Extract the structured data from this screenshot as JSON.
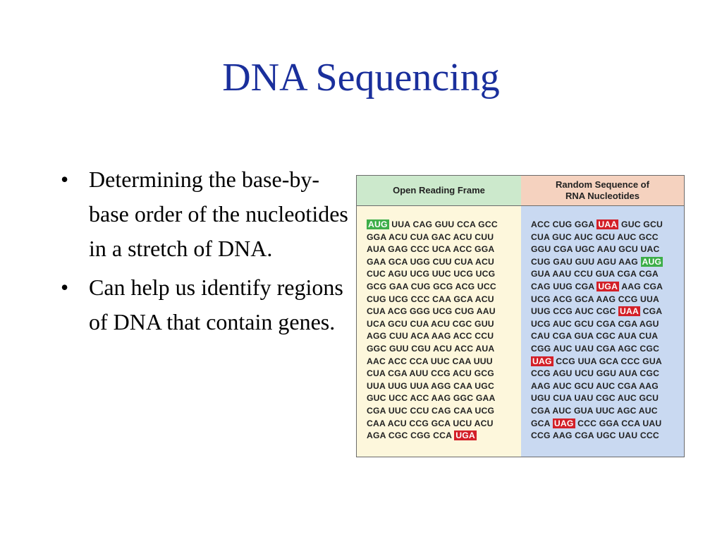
{
  "slide": {
    "title": "DNA Sequencing",
    "bullets": [
      "Determining the base-by-base order of the nucleotides in a stretch of DNA.",
      "Can help us identify regions of DNA that contain genes."
    ]
  },
  "table": {
    "left_header": [
      "Open Reading Frame"
    ],
    "right_header": [
      "Random Sequence of",
      "RNA Nucleotides"
    ],
    "highlight_colors": {
      "start": "#3dae49",
      "stop": "#d32028"
    },
    "left_rows": [
      [
        [
          "AUG",
          "start"
        ],
        [
          "UUA",
          ""
        ],
        [
          "CAG",
          ""
        ],
        [
          "GUU",
          ""
        ],
        [
          "CCA",
          ""
        ],
        [
          "GCC",
          ""
        ]
      ],
      [
        [
          "GGA",
          ""
        ],
        [
          "ACU",
          ""
        ],
        [
          "CUA",
          ""
        ],
        [
          "GAC",
          ""
        ],
        [
          "ACU",
          ""
        ],
        [
          "CUU",
          ""
        ]
      ],
      [
        [
          "AUA",
          ""
        ],
        [
          "GAG",
          ""
        ],
        [
          "CCC",
          ""
        ],
        [
          "UCA",
          ""
        ],
        [
          "ACC",
          ""
        ],
        [
          "GGA",
          ""
        ]
      ],
      [
        [
          "GAA",
          ""
        ],
        [
          "GCA",
          ""
        ],
        [
          "UGG",
          ""
        ],
        [
          "CUU",
          ""
        ],
        [
          "CUA",
          ""
        ],
        [
          "ACU",
          ""
        ]
      ],
      [
        [
          "CUC",
          ""
        ],
        [
          "AGU",
          ""
        ],
        [
          "UCG",
          ""
        ],
        [
          "UUC",
          ""
        ],
        [
          "UCG",
          ""
        ],
        [
          "UCG",
          ""
        ]
      ],
      [
        [
          "GCG",
          ""
        ],
        [
          "GAA",
          ""
        ],
        [
          "CUG",
          ""
        ],
        [
          "GCG",
          ""
        ],
        [
          "ACG",
          ""
        ],
        [
          "UCC",
          ""
        ]
      ],
      [
        [
          "CUG",
          ""
        ],
        [
          "UCG",
          ""
        ],
        [
          "CCC",
          ""
        ],
        [
          "CAA",
          ""
        ],
        [
          "GCA",
          ""
        ],
        [
          "ACU",
          ""
        ]
      ],
      [
        [
          "CUA",
          ""
        ],
        [
          "ACG",
          ""
        ],
        [
          "GGG",
          ""
        ],
        [
          "UCG",
          ""
        ],
        [
          "CUG",
          ""
        ],
        [
          "AAU",
          ""
        ]
      ],
      [
        [
          "UCA",
          ""
        ],
        [
          "GCU",
          ""
        ],
        [
          "CUA",
          ""
        ],
        [
          "ACU",
          ""
        ],
        [
          "CGC",
          ""
        ],
        [
          "GUU",
          ""
        ]
      ],
      [
        [
          "AGG",
          ""
        ],
        [
          "CUU",
          ""
        ],
        [
          "ACA",
          ""
        ],
        [
          "AAG",
          ""
        ],
        [
          "ACC",
          ""
        ],
        [
          "CCU",
          ""
        ]
      ],
      [
        [
          "GGC",
          ""
        ],
        [
          "GUU",
          ""
        ],
        [
          "CGU",
          ""
        ],
        [
          "ACU",
          ""
        ],
        [
          "ACC",
          ""
        ],
        [
          "AUA",
          ""
        ]
      ],
      [
        [
          "AAC",
          ""
        ],
        [
          "ACC",
          ""
        ],
        [
          "CCA",
          ""
        ],
        [
          "UUC",
          ""
        ],
        [
          "CAA",
          ""
        ],
        [
          "UUU",
          ""
        ]
      ],
      [
        [
          "CUA",
          ""
        ],
        [
          "CGA",
          ""
        ],
        [
          "AUU",
          ""
        ],
        [
          "CCG",
          ""
        ],
        [
          "ACU",
          ""
        ],
        [
          "GCG",
          ""
        ]
      ],
      [
        [
          "UUA",
          ""
        ],
        [
          "UUG",
          ""
        ],
        [
          "UUA",
          ""
        ],
        [
          "AGG",
          ""
        ],
        [
          "CAA",
          ""
        ],
        [
          "UGC",
          ""
        ]
      ],
      [
        [
          "GUC",
          ""
        ],
        [
          "UCC",
          ""
        ],
        [
          "ACC",
          ""
        ],
        [
          "AAG",
          ""
        ],
        [
          "GGC",
          ""
        ],
        [
          "GAA",
          ""
        ]
      ],
      [
        [
          "CGA",
          ""
        ],
        [
          "UUC",
          ""
        ],
        [
          "CCU",
          ""
        ],
        [
          "CAG",
          ""
        ],
        [
          "CAA",
          ""
        ],
        [
          "UCG",
          ""
        ]
      ],
      [
        [
          "CAA",
          ""
        ],
        [
          "ACU",
          ""
        ],
        [
          "CCG",
          ""
        ],
        [
          "GCA",
          ""
        ],
        [
          "UCU",
          ""
        ],
        [
          "ACU",
          ""
        ]
      ],
      [
        [
          "AGA",
          ""
        ],
        [
          "CGC",
          ""
        ],
        [
          "CGG",
          ""
        ],
        [
          "CCA",
          ""
        ],
        [
          "UGA",
          "stop"
        ]
      ]
    ],
    "right_rows": [
      [
        [
          "ACC",
          ""
        ],
        [
          "CUG",
          ""
        ],
        [
          "GGA",
          ""
        ],
        [
          "UAA",
          "stop"
        ],
        [
          "GUC",
          ""
        ],
        [
          "GCU",
          ""
        ]
      ],
      [
        [
          "CUA",
          ""
        ],
        [
          "GUC",
          ""
        ],
        [
          "AUC",
          ""
        ],
        [
          "GCU",
          ""
        ],
        [
          "AUC",
          ""
        ],
        [
          "GCC",
          ""
        ]
      ],
      [
        [
          "GGU",
          ""
        ],
        [
          "CGA",
          ""
        ],
        [
          "UGC",
          ""
        ],
        [
          "AAU",
          ""
        ],
        [
          "GCU",
          ""
        ],
        [
          "UAC",
          ""
        ]
      ],
      [
        [
          "CUG",
          ""
        ],
        [
          "GAU",
          ""
        ],
        [
          "GUU",
          ""
        ],
        [
          "AGU",
          ""
        ],
        [
          "AAG",
          ""
        ],
        [
          "AUG",
          "start"
        ]
      ],
      [
        [
          "GUA",
          ""
        ],
        [
          "AAU",
          ""
        ],
        [
          "CCU",
          ""
        ],
        [
          "GUA",
          ""
        ],
        [
          "CGA",
          ""
        ],
        [
          "CGA",
          ""
        ]
      ],
      [
        [
          "CAG",
          ""
        ],
        [
          "UUG",
          ""
        ],
        [
          "CGA",
          ""
        ],
        [
          "UGA",
          "stop"
        ],
        [
          "AAG",
          ""
        ],
        [
          "CGA",
          ""
        ]
      ],
      [
        [
          "UCG",
          ""
        ],
        [
          "ACG",
          ""
        ],
        [
          "GCA",
          ""
        ],
        [
          "AAG",
          ""
        ],
        [
          "CCG",
          ""
        ],
        [
          "UUA",
          ""
        ]
      ],
      [
        [
          "UUG",
          ""
        ],
        [
          "CCG",
          ""
        ],
        [
          "AUC",
          ""
        ],
        [
          "CGC",
          ""
        ],
        [
          "UAA",
          "stop"
        ],
        [
          "CGA",
          ""
        ]
      ],
      [
        [
          "UCG",
          ""
        ],
        [
          "AUC",
          ""
        ],
        [
          "GCU",
          ""
        ],
        [
          "CGA",
          ""
        ],
        [
          "CGA",
          ""
        ],
        [
          "AGU",
          ""
        ]
      ],
      [
        [
          "CAU",
          ""
        ],
        [
          "CGA",
          ""
        ],
        [
          "GUA",
          ""
        ],
        [
          "CGC",
          ""
        ],
        [
          "AUA",
          ""
        ],
        [
          "CUA",
          ""
        ]
      ],
      [
        [
          "CGG",
          ""
        ],
        [
          "AUC",
          ""
        ],
        [
          "UAU",
          ""
        ],
        [
          "CGA",
          ""
        ],
        [
          "AGC",
          ""
        ],
        [
          "CGC",
          ""
        ]
      ],
      [
        [
          "UAG",
          "stop"
        ],
        [
          "CCG",
          ""
        ],
        [
          "UUA",
          ""
        ],
        [
          "GCA",
          ""
        ],
        [
          "CCC",
          ""
        ],
        [
          "GUA",
          ""
        ]
      ],
      [
        [
          "CCG",
          ""
        ],
        [
          "AGU",
          ""
        ],
        [
          "UCU",
          ""
        ],
        [
          "GGU",
          ""
        ],
        [
          "AUA",
          ""
        ],
        [
          "CGC",
          ""
        ]
      ],
      [
        [
          "AAG",
          ""
        ],
        [
          "AUC",
          ""
        ],
        [
          "GCU",
          ""
        ],
        [
          "AUC",
          ""
        ],
        [
          "CGA",
          ""
        ],
        [
          "AAG",
          ""
        ]
      ],
      [
        [
          "UGU",
          ""
        ],
        [
          "CUA",
          ""
        ],
        [
          "UAU",
          ""
        ],
        [
          "CGC",
          ""
        ],
        [
          "AUC",
          ""
        ],
        [
          "GCU",
          ""
        ]
      ],
      [
        [
          "CGA",
          ""
        ],
        [
          "AUC",
          ""
        ],
        [
          "GUA",
          ""
        ],
        [
          "UUC",
          ""
        ],
        [
          "AGC",
          ""
        ],
        [
          "AUC",
          ""
        ]
      ],
      [
        [
          "GCA",
          ""
        ],
        [
          "UAG",
          "stop"
        ],
        [
          "CCC",
          ""
        ],
        [
          "GGA",
          ""
        ],
        [
          "CCA",
          ""
        ],
        [
          "UAU",
          ""
        ]
      ],
      [
        [
          "CCG",
          ""
        ],
        [
          "AAG",
          ""
        ],
        [
          "CGA",
          ""
        ],
        [
          "UGC",
          ""
        ],
        [
          "UAU",
          ""
        ],
        [
          "CCC",
          ""
        ]
      ]
    ]
  }
}
